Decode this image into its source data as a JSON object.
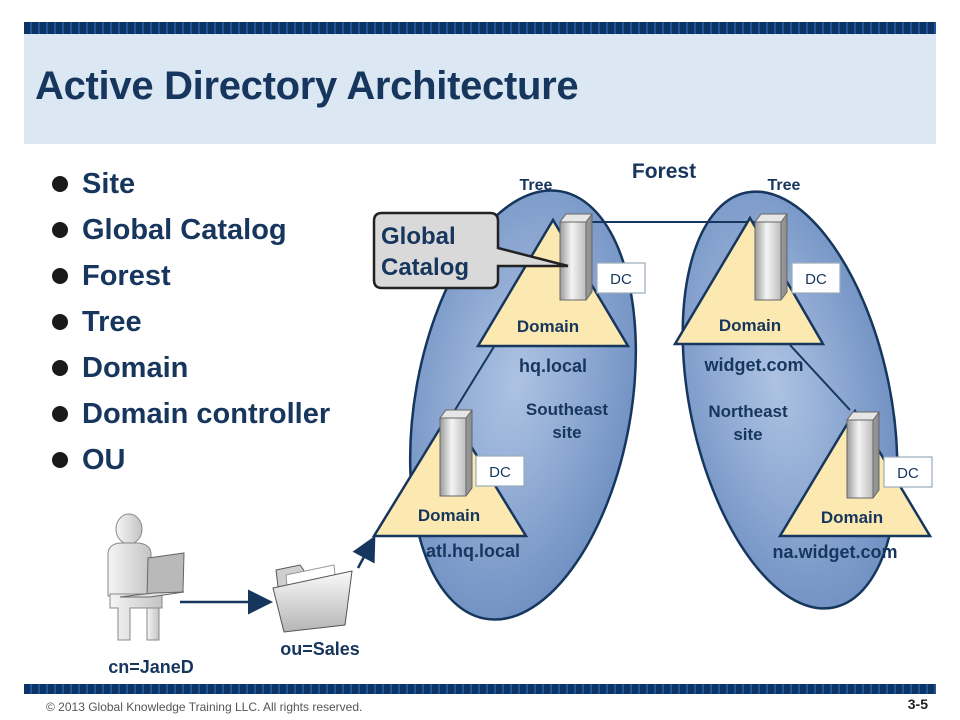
{
  "slide": {
    "title": "Active Directory Architecture",
    "bullets": [
      "Site",
      "Global Catalog",
      "Forest",
      "Tree",
      "Domain",
      "Domain controller",
      "OU"
    ]
  },
  "diagram": {
    "forest_label": "Forest",
    "tree_left_label": "Tree",
    "tree_right_label": "Tree",
    "global_catalog_callout": [
      "Global",
      "Catalog"
    ],
    "dc_label": "DC",
    "domain_label": "Domain",
    "domains": {
      "hq": "hq.local",
      "widget": "widget.com",
      "atl": "atl.hq.local",
      "na": "na.widget.com"
    },
    "sites": {
      "southeast": [
        "Southeast",
        "site"
      ],
      "northeast": [
        "Northeast",
        "site"
      ]
    },
    "user_label": "cn=JaneD",
    "ou_label": "ou=Sales",
    "colors": {
      "title_text": "#17365d",
      "title_band": "#dbe7f3",
      "site_ellipse": "#7f9cc8",
      "domain_triangle": "#fbe9b1",
      "outline": "#17365d"
    }
  },
  "footer": {
    "copyright": "© 2013 Global Knowledge Training LLC. All rights reserved.",
    "page_number": "3-5"
  }
}
